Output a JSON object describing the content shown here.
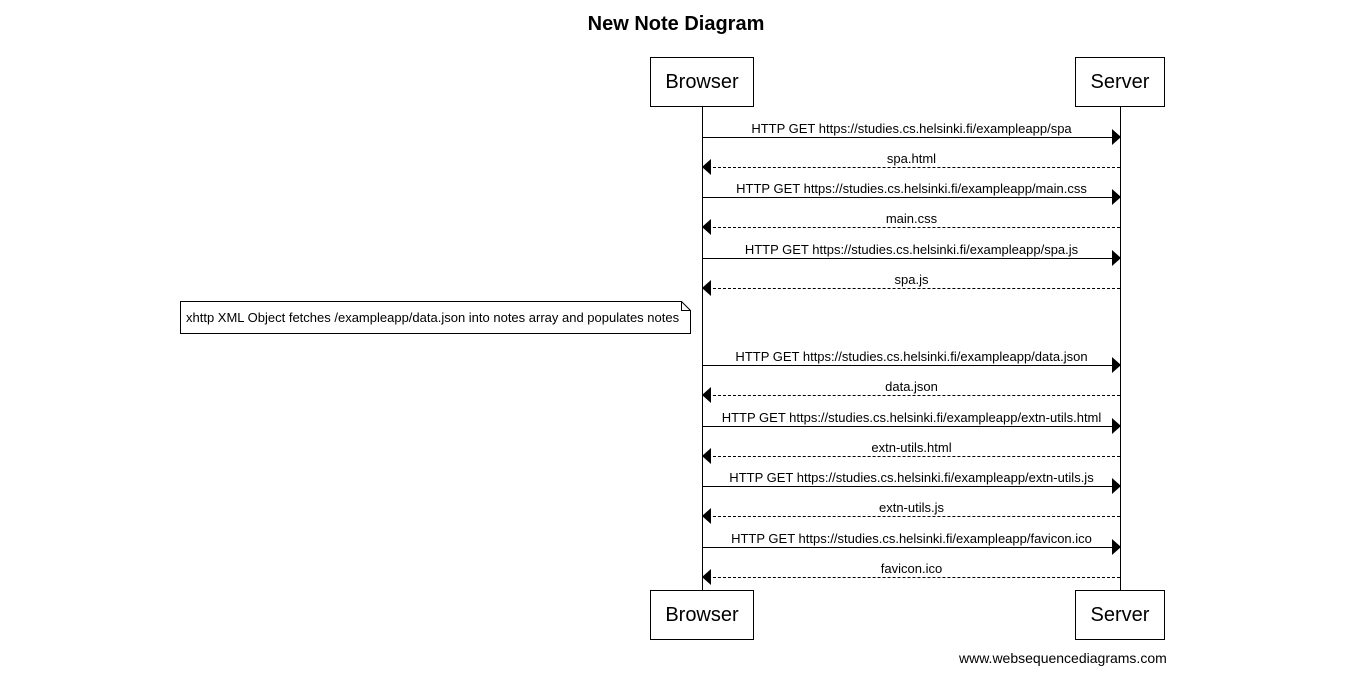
{
  "title": "New Note Diagram",
  "actors": {
    "browser": "Browser",
    "server": "Server"
  },
  "messages": [
    {
      "label": "HTTP GET https://studies.cs.helsinki.fi/exampleapp/spa",
      "direction": "right",
      "style": "solid"
    },
    {
      "label": "spa.html",
      "direction": "left",
      "style": "dashed"
    },
    {
      "label": "HTTP GET https://studies.cs.helsinki.fi/exampleapp/main.css",
      "direction": "right",
      "style": "solid"
    },
    {
      "label": "main.css",
      "direction": "left",
      "style": "dashed"
    },
    {
      "label": "HTTP GET https://studies.cs.helsinki.fi/exampleapp/spa.js",
      "direction": "right",
      "style": "solid"
    },
    {
      "label": "spa.js",
      "direction": "left",
      "style": "dashed"
    },
    {
      "label": "HTTP GET https://studies.cs.helsinki.fi/exampleapp/data.json",
      "direction": "right",
      "style": "solid"
    },
    {
      "label": "data.json",
      "direction": "left",
      "style": "dashed"
    },
    {
      "label": "HTTP GET https://studies.cs.helsinki.fi/exampleapp/extn-utils.html",
      "direction": "right",
      "style": "solid"
    },
    {
      "label": "extn-utils.html",
      "direction": "left",
      "style": "dashed"
    },
    {
      "label": "HTTP GET https://studies.cs.helsinki.fi/exampleapp/extn-utils.js",
      "direction": "right",
      "style": "solid"
    },
    {
      "label": "extn-utils.js",
      "direction": "left",
      "style": "dashed"
    },
    {
      "label": "HTTP GET https://studies.cs.helsinki.fi/exampleapp/favicon.ico",
      "direction": "right",
      "style": "solid"
    },
    {
      "label": "favicon.ico",
      "direction": "left",
      "style": "dashed"
    }
  ],
  "note": "xhttp XML Object fetches /exampleapp/data.json into notes array and populates notes",
  "footer": "www.websequencediagrams.com"
}
